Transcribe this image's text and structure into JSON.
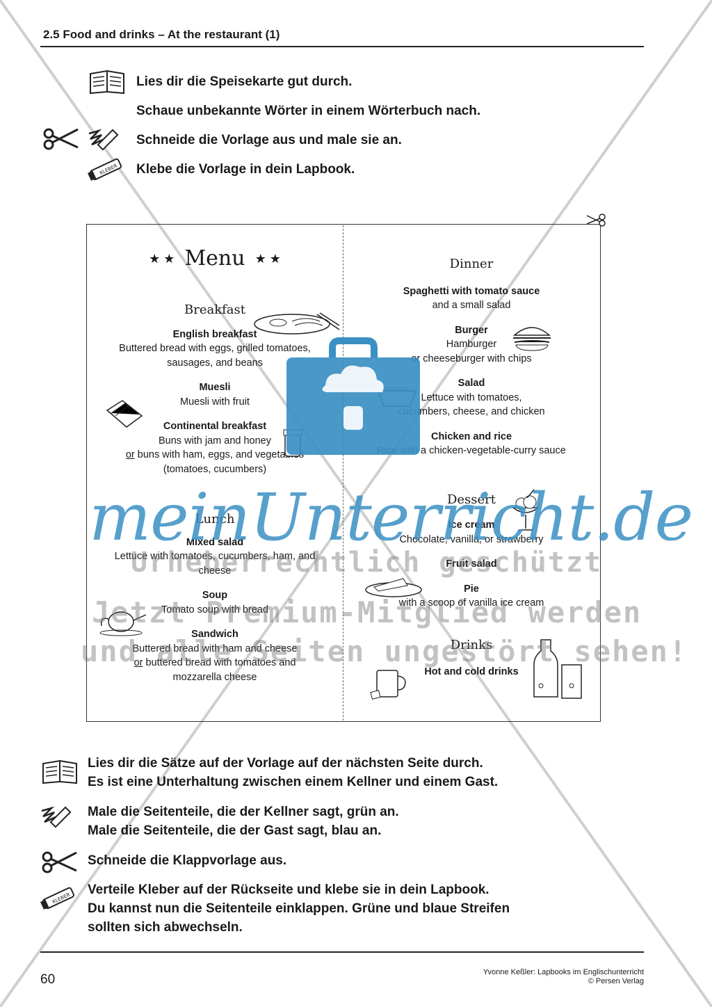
{
  "header": {
    "title": "2.5  Food and drinks – At the restaurant (1)"
  },
  "top_instructions": [
    "Lies dir die Speisekarte gut durch.",
    "Schaue unbekannte Wörter in einem Wörterbuch nach.",
    "Schneide die Vorlage aus und male sie an.",
    "Klebe die Vorlage in dein Lapbook."
  ],
  "menu": {
    "title": "Menu",
    "stars": "★ ★",
    "breakfast": {
      "heading": "Breakfast",
      "items": [
        {
          "name": "English breakfast",
          "lines": [
            "Buttered bread with eggs, grilled tomatoes,",
            "sausages, and beans"
          ]
        },
        {
          "name": "Muesli",
          "lines": [
            "Muesli with fruit"
          ]
        },
        {
          "name": "Continental breakfast",
          "lines": [
            "Buns with jam and honey",
            "buns with ham, eggs, and vegetables",
            "(tomatoes, cucumbers)"
          ],
          "or": "or"
        }
      ]
    },
    "lunch": {
      "heading": "Lunch",
      "items": [
        {
          "name": "Mixed salad",
          "lines": [
            "Lettuce with tomatoes, cucumbers, ham, and",
            "cheese"
          ]
        },
        {
          "name": "Soup",
          "lines": [
            "Tomato soup with bread"
          ]
        },
        {
          "name": "Sandwich",
          "lines": [
            "Buttered bread with ham and cheese",
            "buttered bread with tomatoes and",
            "mozzarella cheese"
          ],
          "or": "or"
        }
      ]
    },
    "dinner": {
      "heading": "Dinner",
      "items": [
        {
          "name": "Spaghetti with tomato sauce",
          "lines": [
            "and a small salad"
          ]
        },
        {
          "name": "Burger",
          "lines": [
            "Hamburger",
            "or cheeseburger with chips"
          ]
        },
        {
          "name": "Salad",
          "lines": [
            "Lettuce with tomatoes,",
            "cucumbers, cheese, and chicken"
          ]
        },
        {
          "name": "Chicken and rice",
          "lines": [
            "Rice with a chicken-vegetable-curry sauce"
          ]
        }
      ]
    },
    "dessert": {
      "heading": "Dessert",
      "items": [
        {
          "name": "Ice cream",
          "lines": [
            "Chocolate, vanilla, or strawberry"
          ]
        },
        {
          "name": "Fruit salad",
          "lines": []
        },
        {
          "name": "Pie",
          "lines": [
            "with a scoop of vanilla ice cream"
          ]
        }
      ]
    },
    "drinks": {
      "heading": "Drinks",
      "item": "Hot and cold drinks"
    }
  },
  "bottom_instructions": {
    "read": [
      "Lies dir die Sätze auf der Vorlage auf der nächsten Seite durch.",
      "Es ist eine Unterhaltung zwischen einem Kellner und einem Gast."
    ],
    "color": [
      "Male die Seitenteile, die der Kellner sagt, grün an.",
      "Male die Seitenteile, die der Gast sagt, blau an."
    ],
    "cut": [
      "Schneide die Klappvorlage aus."
    ],
    "glue": [
      "Verteile Kleber auf der Rückseite und klebe sie in dein Lapbook.",
      "Du kannst nun die Seitenteile einklappen. Grüne und blaue Streifen",
      "sollten sich abwechseln."
    ]
  },
  "watermark": {
    "brand": "meinUnterricht.de",
    "line1": "Urheberrechtlich geschützt",
    "line2": "Jetzt Premium-Mitglied werden",
    "line3": "und alle Seiten ungestört sehen!"
  },
  "glue_label": "KLEBER",
  "footer": {
    "page": "60",
    "author": "Yvonne Keßler: Lapbooks im Englischunterricht",
    "publisher": "© Persen Verlag"
  },
  "colors": {
    "brand_blue": "#3a8fc3",
    "watermark_gray": "#8a8a8a"
  }
}
